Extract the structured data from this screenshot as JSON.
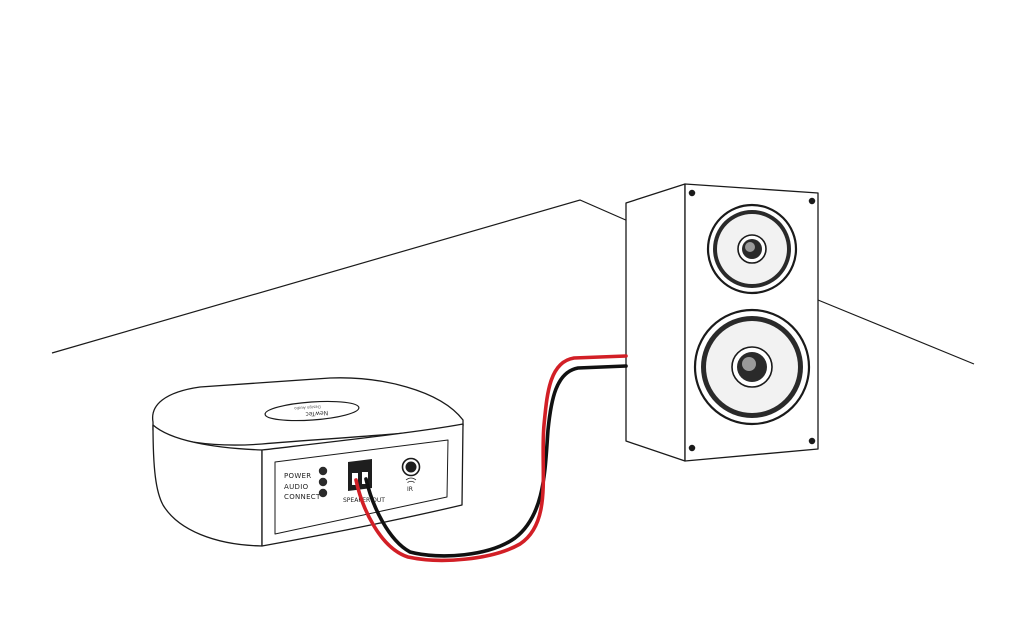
{
  "receiver": {
    "logo_brand": "NewTec",
    "logo_sub": "Design Audio",
    "indicators": {
      "power": "POWER",
      "audio": "AUDIO",
      "connect": "CONNECT"
    },
    "speaker_port_label": "SPEAKER OUT",
    "ir_label": "IR"
  },
  "colors": {
    "wire_positive": "#d21f26",
    "wire_negative": "#111111",
    "outline": "#1a1a1a",
    "cone_fill": "#f2f2f2"
  }
}
